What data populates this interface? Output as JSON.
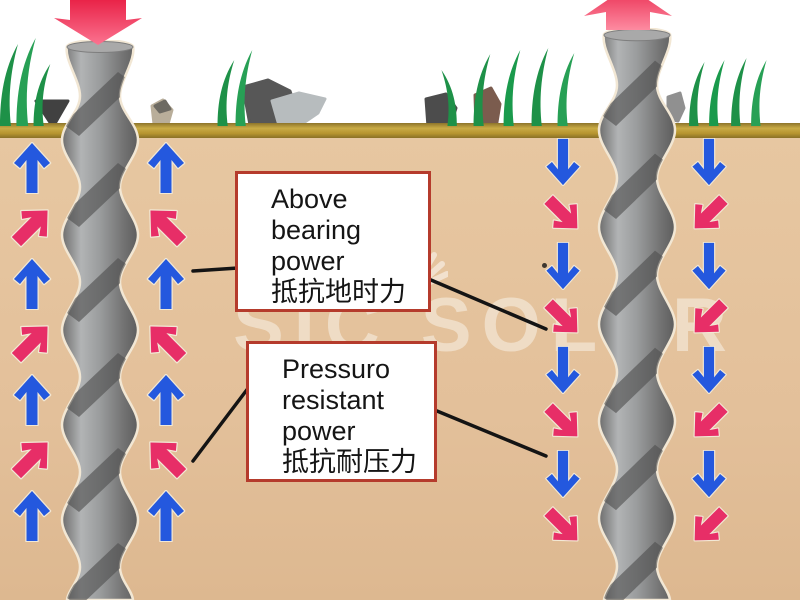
{
  "scene": {
    "watermark": "SIC SOLAR",
    "colors": {
      "sky": "#ffffff",
      "soil": "#e3c09a",
      "ground_band": "#b6942f",
      "pile_gray": "#8f8f8f",
      "grass_green": "#1e9148",
      "box_border": "#b53b2c",
      "load_red": "#ee2b50"
    }
  },
  "annotations": {
    "bearing": {
      "lines": [
        "Above",
        "bearing",
        "power",
        "抵抗地时力"
      ]
    },
    "pressure": {
      "lines": [
        "Pressuro",
        "resistant",
        "power",
        "抵抗耐压力"
      ]
    }
  },
  "forces": {
    "colors": {
      "cardinal": "#2458de",
      "diagonal": "#e72e67"
    },
    "columns": [
      {
        "id": "left-outer",
        "pattern": [
          "up",
          "up-right",
          "up",
          "up-right",
          "up",
          "up-right",
          "up"
        ]
      },
      {
        "id": "left-inner",
        "pattern": [
          "up",
          "up-left",
          "up",
          "up-left",
          "up",
          "up-left",
          "up"
        ]
      },
      {
        "id": "right-inner",
        "pattern": [
          "down",
          "down-right",
          "down",
          "down-right",
          "down",
          "down-right",
          "down",
          "down-right"
        ]
      },
      {
        "id": "right-outer",
        "pattern": [
          "down",
          "down-left",
          "down",
          "down-left",
          "down",
          "down-left",
          "down",
          "down-left"
        ]
      }
    ]
  }
}
